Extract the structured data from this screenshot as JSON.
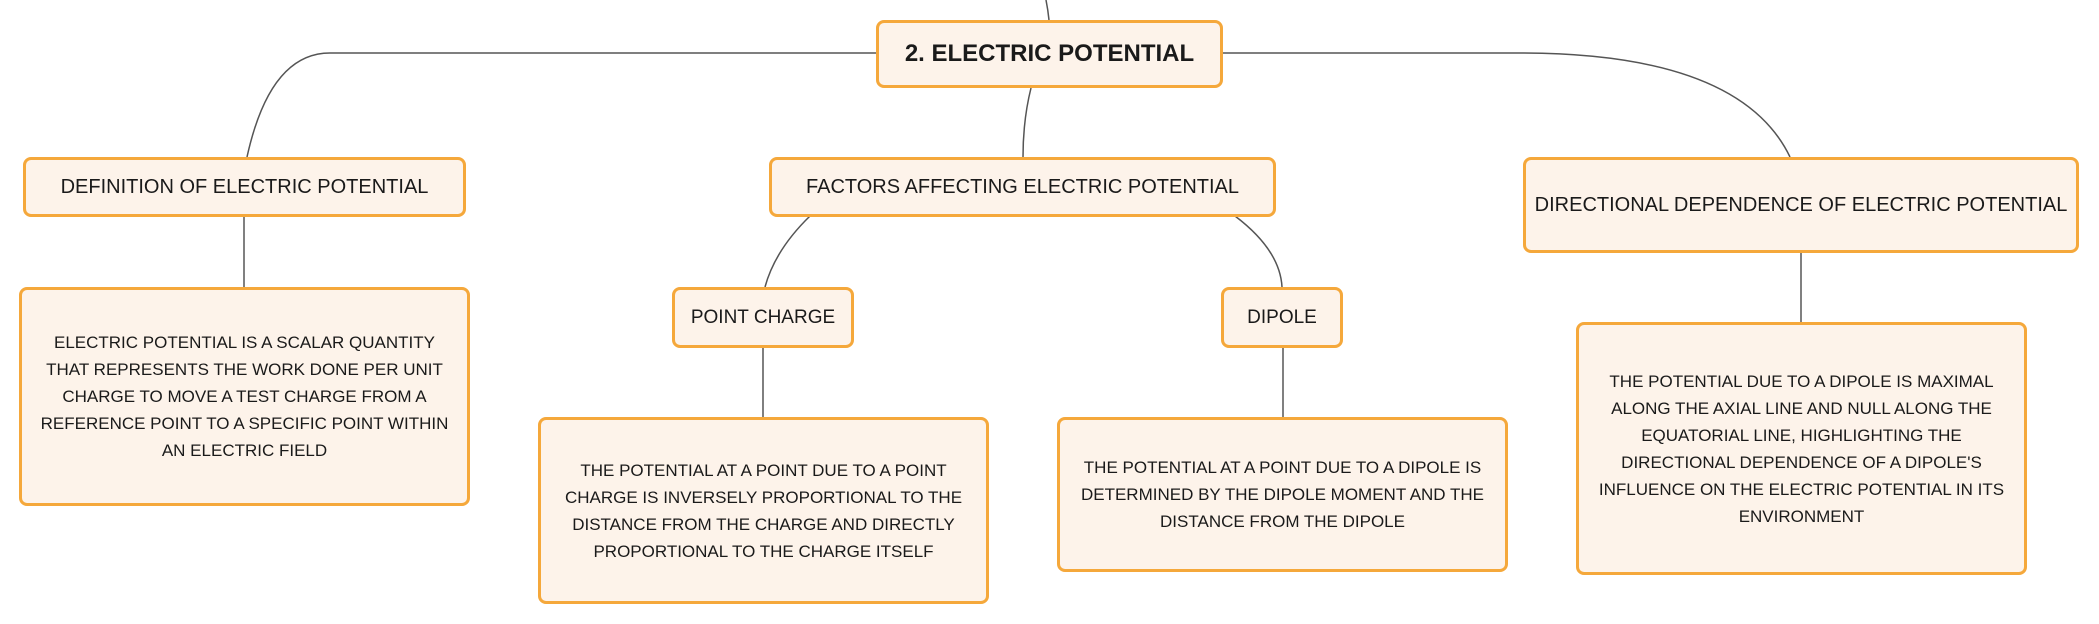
{
  "root": {
    "label": "2. ELECTRIC POTENTIAL"
  },
  "topics": [
    {
      "label": "DEFINITION OF ELECTRIC POTENTIAL",
      "description": "ELECTRIC POTENTIAL IS A SCALAR QUANTITY THAT REPRESENTS THE WORK DONE PER UNIT CHARGE TO MOVE A TEST CHARGE FROM A REFERENCE POINT TO A SPECIFIC POINT WITHIN AN ELECTRIC FIELD"
    },
    {
      "label": "FACTORS AFFECTING ELECTRIC POTENTIAL",
      "subtopics": [
        {
          "label": "POINT CHARGE",
          "description": "THE POTENTIAL AT A POINT DUE TO A POINT CHARGE IS INVERSELY PROPORTIONAL TO THE DISTANCE FROM THE CHARGE AND DIRECTLY PROPORTIONAL TO THE CHARGE ITSELF"
        },
        {
          "label": "DIPOLE",
          "description": "THE POTENTIAL AT A POINT DUE TO A DIPOLE IS DETERMINED BY THE DIPOLE MOMENT AND THE DISTANCE FROM THE DIPOLE"
        }
      ]
    },
    {
      "label": "DIRECTIONAL DEPENDENCE OF ELECTRIC POTENTIAL",
      "description": "THE POTENTIAL DUE TO A DIPOLE IS MAXIMAL ALONG THE AXIAL LINE AND NULL ALONG THE EQUATORIAL LINE, HIGHLIGHTING THE DIRECTIONAL DEPENDENCE OF A DIPOLE'S INFLUENCE ON THE ELECTRIC POTENTIAL IN ITS ENVIRONMENT"
    }
  ],
  "colors": {
    "node_fill": "#fdf3ea",
    "node_border": "#f5a83b",
    "connector": "#555555"
  }
}
